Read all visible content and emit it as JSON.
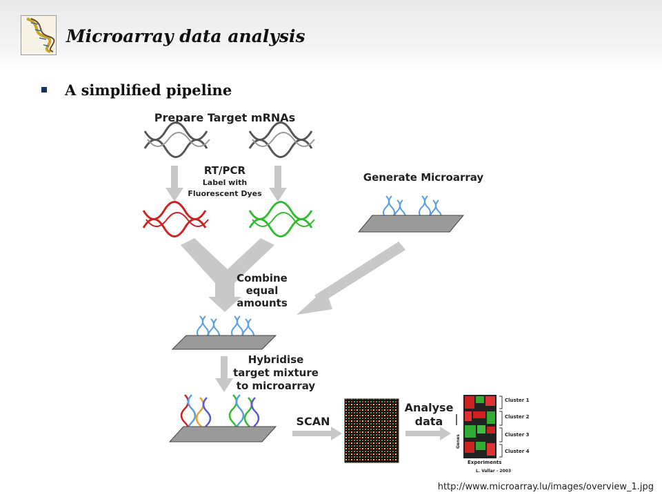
{
  "slide": {
    "title": "Microarray data analysis",
    "subtitle": "A simplified pipeline",
    "footer_url": "http://www.microarray.lu/images/overview_1.jpg"
  },
  "diagram": {
    "prepare": "Prepare Target mRNAs",
    "rtpcr": "RT/PCR",
    "label_line1": "Label with",
    "label_line2": "Fluorescent Dyes",
    "generate": "Generate Microarray",
    "combine_1": "Combine",
    "combine_2": "equal",
    "combine_3": "amounts",
    "hyb_1": "Hybridise",
    "hyb_2": "target mixture",
    "hyb_3": "to microarray",
    "scan": "SCAN",
    "analyse_1": "Analyse",
    "analyse_2": "data",
    "clusters": [
      "Cluster 1",
      "Cluster 2",
      "Cluster 3",
      "Cluster 4"
    ],
    "genes": "Genes",
    "experiments": "Experiments",
    "credit": "L. Vallar - 2003"
  },
  "colors": {
    "red_dye": "#cc2222",
    "green_dye": "#33bb33",
    "probe_blue": "#5aa0e0",
    "arrow_grey": "#c8c8c8",
    "slide_grey": "#9a9a9a"
  }
}
